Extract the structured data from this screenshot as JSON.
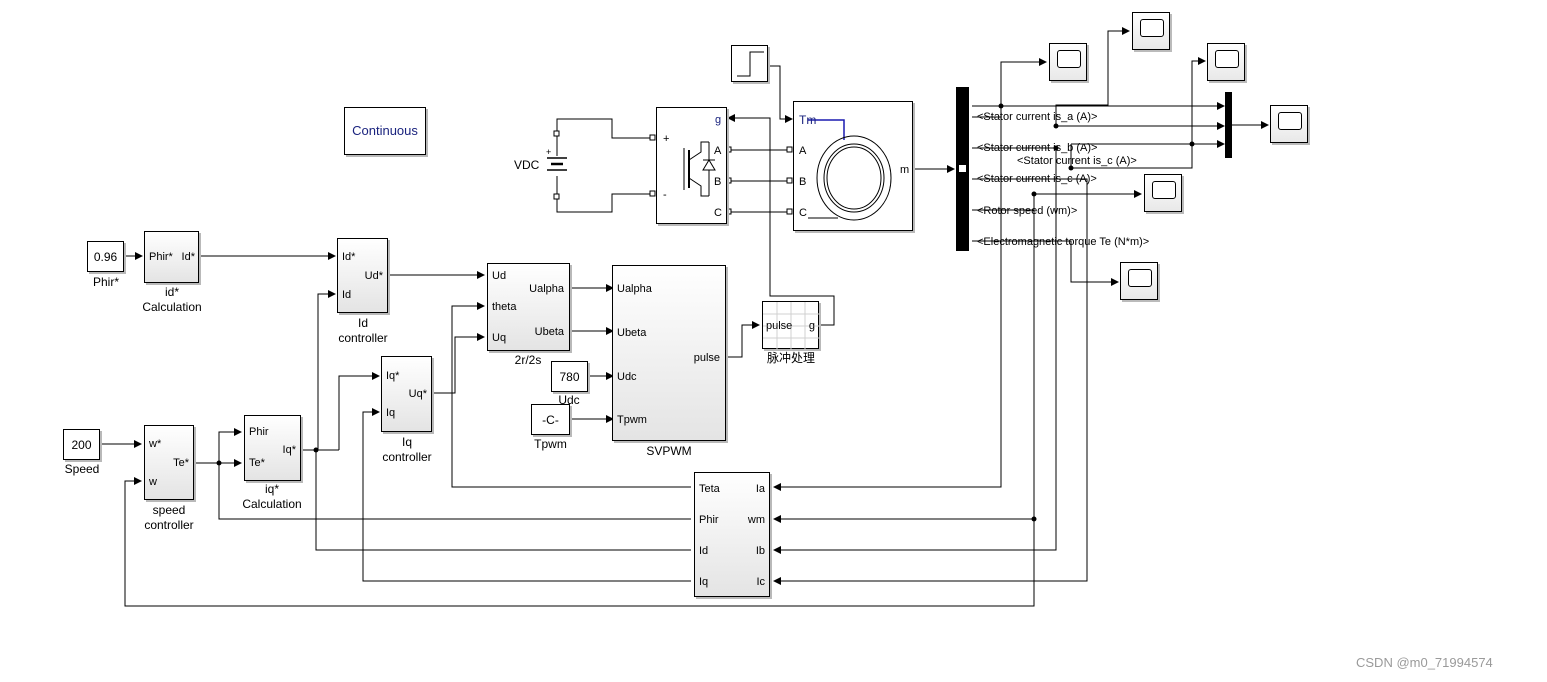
{
  "powergui": {
    "label": "Continuous"
  },
  "source": {
    "label": "VDC",
    "plus": "+",
    "minus": "-"
  },
  "inverter": {
    "ports": {
      "g": "g",
      "plus": "+",
      "minus": "-",
      "a": "A",
      "b": "B",
      "c": "C"
    }
  },
  "motor": {
    "tm": "Tm",
    "a": "A",
    "b": "B",
    "c": "C",
    "m": "m"
  },
  "phir_const": {
    "value": "0.96",
    "caption": "Phir*"
  },
  "id_calc": {
    "in": "Phir*",
    "out": "Id*",
    "caption1": "id*",
    "caption2": "Calculation"
  },
  "id_ctrl": {
    "in1": "Id*",
    "in2": "Id",
    "out": "Ud*",
    "caption1": "Id",
    "caption2": "controller"
  },
  "iq_ctrl": {
    "in1": "Iq*",
    "in2": "Iq",
    "out": "Uq*",
    "caption1": "Iq",
    "caption2": "controller"
  },
  "r2s": {
    "in1": "Ud",
    "in2": "theta",
    "in3": "Uq",
    "out1": "Ualpha",
    "out2": "Ubeta",
    "caption": "2r/2s"
  },
  "svpwm": {
    "in1": "Ualpha",
    "in2": "Ubeta",
    "in3": "Udc",
    "in4": "Tpwm",
    "out": "pulse",
    "caption": "SVPWM"
  },
  "udc_const": {
    "value": "780",
    "caption": "Udc"
  },
  "tpwm_const": {
    "value": "-C-",
    "caption": "Tpwm"
  },
  "pulse_block": {
    "in": "pulse",
    "out": "g",
    "caption": "脉冲处理"
  },
  "speed_const": {
    "value": "200",
    "caption": "Speed"
  },
  "speed_ctrl": {
    "in1": "w*",
    "in2": "w",
    "out": "Te*",
    "caption1": "speed",
    "caption2": "controller"
  },
  "iq_calc": {
    "in1": "Phir",
    "in2": "Te*",
    "out": "Iq*",
    "caption1": "iq*",
    "caption2": "Calculation"
  },
  "observer": {
    "in1": "Ia",
    "in2": "wm",
    "in3": "Ib",
    "in4": "Ic",
    "out1": "Teta",
    "out2": "Phir",
    "out3": "Id",
    "out4": "Iq"
  },
  "bus_signals": [
    "<Stator current is_a (A)>",
    "<Stator current is_b (A)>",
    "<Stator current is_c (A)>",
    "<Stator current is_c (A)>",
    "<Rotor speed (wm)>",
    "<Electromagnetic torque Te (N*m)>"
  ],
  "watermark": "CSDN @m0_71994574"
}
